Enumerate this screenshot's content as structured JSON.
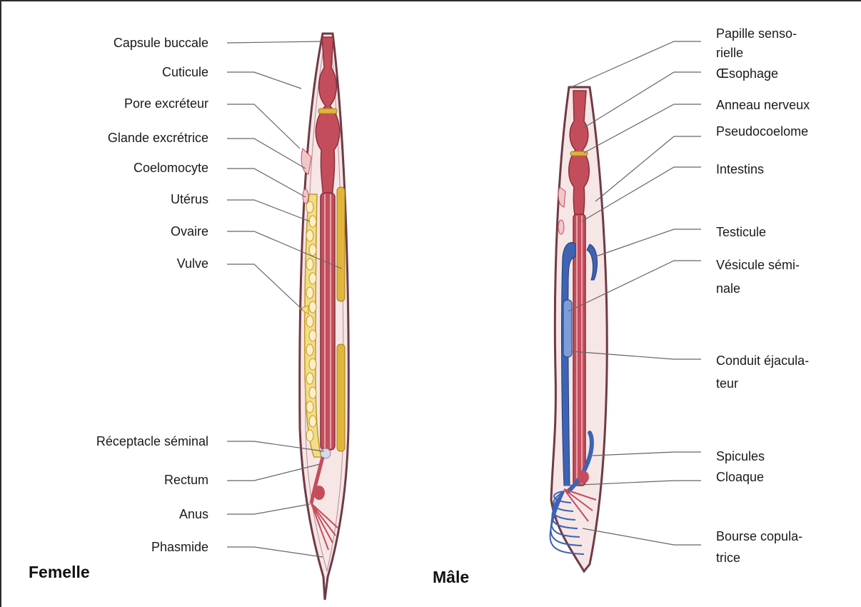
{
  "female": {
    "title": "Femelle",
    "labels": {
      "capsule_buccale": "Capsule buccale",
      "cuticule": "Cuticule",
      "pore_excreteur": "Pore excréteur",
      "glande_excretrice": "Glande excrétrice",
      "coelomocyte": "Coelomocyte",
      "uterus": "Utérus",
      "ovaire": "Ovaire",
      "vulve": "Vulve",
      "receptacle_seminal": "Réceptacle séminal",
      "rectum": "Rectum",
      "anus": "Anus",
      "phasmide": "Phasmide"
    }
  },
  "male": {
    "title": "Mâle",
    "labels": {
      "papille_1": "Papille senso-",
      "papille_2": "rielle",
      "oesophage": "Œsophage",
      "anneau_nerveux": "Anneau nerveux",
      "pseudocoelome": "Pseudocoelome",
      "intestins": "Intestins",
      "testicule": "Testicule",
      "vesicule_1": "Vésicule sémi-",
      "vesicule_2": "nale",
      "conduit_1": "Conduit éjacula-",
      "conduit_2": "teur",
      "spicules": "Spicules",
      "cloaque": "Cloaque",
      "bourse_1": "Bourse copula-",
      "bourse_2": "trice"
    }
  },
  "colors": {
    "cuticle": "#6e3b46",
    "body_fill": "#f6e6e6",
    "gut": "#c44d5c",
    "gut_light": "#e7a0a8",
    "female_repro": "#e2b43a",
    "female_repro_light": "#f3dd86",
    "male_repro": "#3d63b3",
    "male_repro_light": "#7d9cd8",
    "leader": "#666666"
  }
}
